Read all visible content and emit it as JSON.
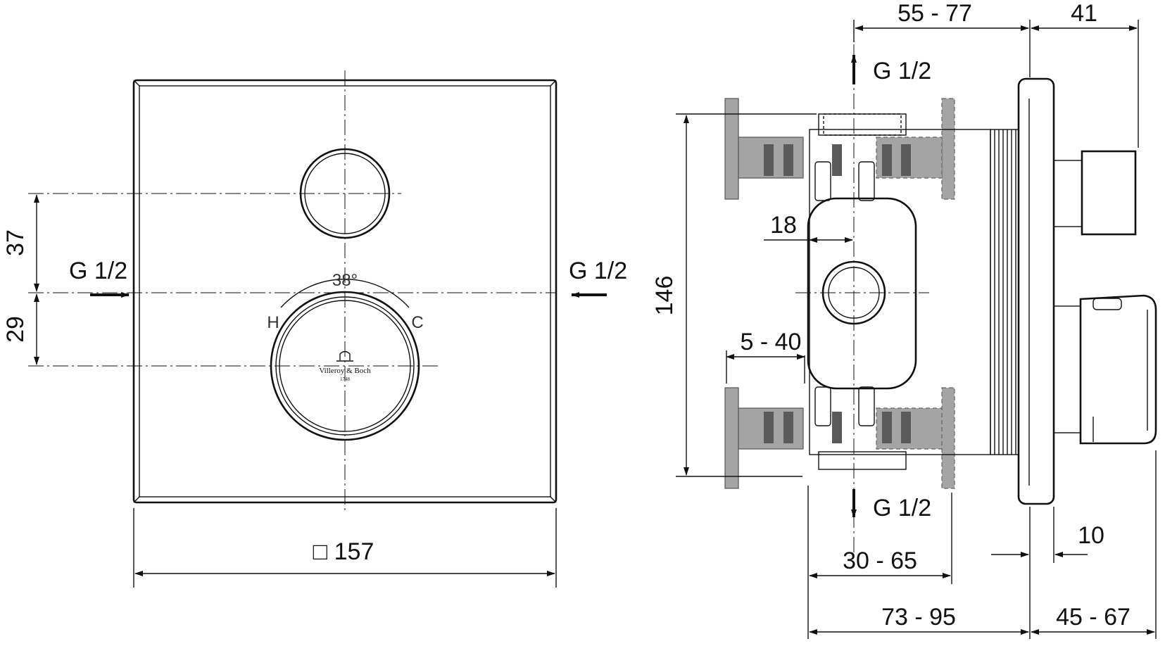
{
  "front_view": {
    "dim_width": "□ 157",
    "dim_upper": "37",
    "dim_lower": "29",
    "inlet_left": "G 1/2",
    "inlet_right": "G 1/2",
    "rotation_angle": "38°",
    "hot_mark": "H",
    "cold_mark": "C",
    "brand_name": "Villeroy & Boch",
    "brand_year": "1748"
  },
  "side_view": {
    "outlet_top": "G 1/2",
    "outlet_bottom": "G 1/2",
    "dim_height": "146",
    "dim_18": "18",
    "dim_5_40": "5 - 40",
    "dim_55_77": "55 - 77",
    "dim_41": "41",
    "dim_10": "10",
    "dim_30_65": "30 - 65",
    "dim_73_95": "73 - 95",
    "dim_45_67": "45 - 67"
  }
}
